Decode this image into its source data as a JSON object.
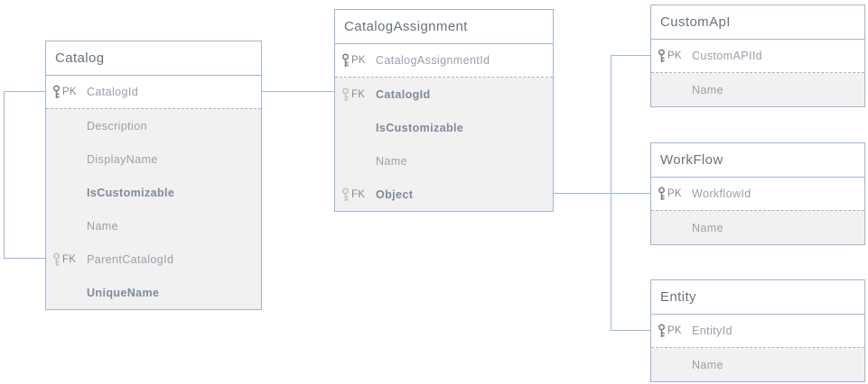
{
  "diagram": {
    "kind": "database-entity-relationship",
    "colors": {
      "shape_border": "#9eb6d4",
      "row_background": "#f1f1f1",
      "header_text": "#68727f",
      "attribute_text": "#97a1ac",
      "connector": "#9eb6d4"
    },
    "tables": [
      {
        "name": "Catalog",
        "rows": [
          {
            "key": "PK",
            "label": "CatalogId",
            "bold": false
          },
          {
            "key": "",
            "label": "Description",
            "bold": false
          },
          {
            "key": "",
            "label": "DisplayName",
            "bold": false
          },
          {
            "key": "",
            "label": "IsCustomizable",
            "bold": true
          },
          {
            "key": "",
            "label": "Name",
            "bold": false
          },
          {
            "key": "FK",
            "label": "ParentCatalogId",
            "bold": false
          },
          {
            "key": "",
            "label": "UniqueName",
            "bold": true
          }
        ]
      },
      {
        "name": "CatalogAssignment",
        "rows": [
          {
            "key": "PK",
            "label": "CatalogAssignmentId",
            "bold": false
          },
          {
            "key": "FK",
            "label": "CatalogId",
            "bold": true
          },
          {
            "key": "",
            "label": "IsCustomizable",
            "bold": true
          },
          {
            "key": "",
            "label": "Name",
            "bold": false
          },
          {
            "key": "FK",
            "label": "Object",
            "bold": true
          }
        ]
      },
      {
        "name": "CustomApI",
        "rows": [
          {
            "key": "PK",
            "label": "CustomAPIId",
            "bold": false
          },
          {
            "key": "",
            "label": "Name",
            "bold": false
          }
        ]
      },
      {
        "name": "WorkFlow",
        "rows": [
          {
            "key": "PK",
            "label": "WorkflowId",
            "bold": false
          },
          {
            "key": "",
            "label": "Name",
            "bold": false
          }
        ]
      },
      {
        "name": "Entity",
        "rows": [
          {
            "key": "PK",
            "label": "EntityId",
            "bold": false
          },
          {
            "key": "",
            "label": "Name",
            "bold": false
          }
        ]
      }
    ],
    "relationships": [
      {
        "from": "Catalog.ParentCatalogId",
        "to": "Catalog.CatalogId"
      },
      {
        "from": "CatalogAssignment.CatalogId",
        "to": "Catalog.CatalogId"
      },
      {
        "from": "CatalogAssignment.Object",
        "to": "CustomApI.CustomAPIId"
      },
      {
        "from": "CatalogAssignment.Object",
        "to": "WorkFlow.WorkflowId"
      },
      {
        "from": "CatalogAssignment.Object",
        "to": "Entity.EntityId"
      }
    ]
  }
}
